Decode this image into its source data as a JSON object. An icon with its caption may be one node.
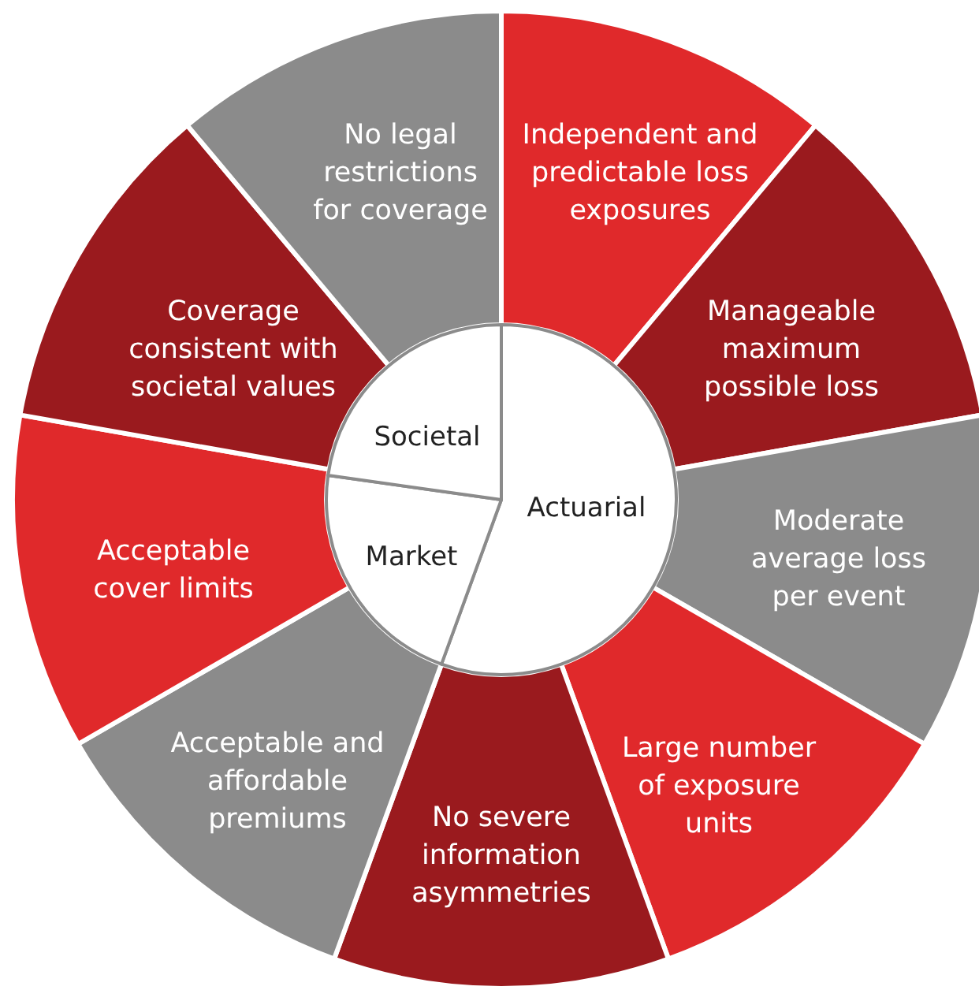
{
  "diagram": {
    "nodes": [
      {
        "text": [
          "Actuarial"
        ]
      },
      {
        "text": [
          "Market"
        ]
      },
      {
        "text": [
          "Societal"
        ]
      },
      {
        "text": [
          "Independent and predictable loss exposures"
        ]
      },
      {
        "text": [
          "Manageable maximum possible loss"
        ]
      },
      {
        "text": [
          "Moderate average loss per event"
        ]
      },
      {
        "text": [
          "Large number of exposure units"
        ]
      },
      {
        "text": [
          "No severe information asymmetries"
        ]
      },
      {
        "text": [
          "Acceptable and affordable premiums"
        ]
      },
      {
        "text": [
          "Acceptable cover limits"
        ]
      },
      {
        "text": [
          "Coverage consistent with societal values"
        ]
      },
      {
        "text": [
          "No legal restrictions for coverage"
        ]
      }
    ]
  }
}
